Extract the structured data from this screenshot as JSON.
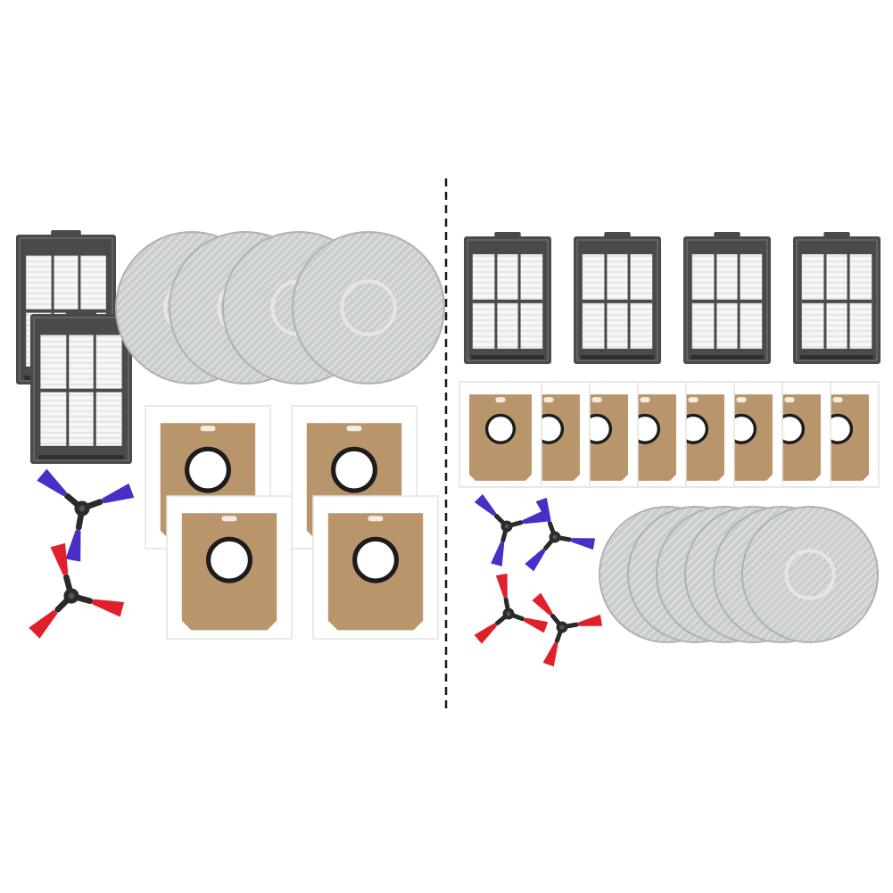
{
  "scene": {
    "background": "#ffffff",
    "divider_color": "#1a1a1a",
    "colors": {
      "filter_frame": "#4a4a4c",
      "filter_media": "#f4f4f4",
      "pleat_line": "#d2d2d2",
      "mop_pad": "#c9cdcb",
      "mop_edge": "#aeb3b1",
      "bag_paper": "#ffffff",
      "bag_card": "#b9956b",
      "bag_ring": "#1c1c1c",
      "brush_hub": "#2a2a2a",
      "bristle_blue": "#4a2fc6",
      "bristle_red": "#e0202c"
    }
  },
  "left_set": {
    "hepa_filters": 2,
    "mop_pads": 4,
    "dust_bags": 4,
    "side_brushes": {
      "blue": 1,
      "red": 1
    }
  },
  "right_set": {
    "hepa_filters": 4,
    "mop_pads": 6,
    "dust_bags": 8,
    "side_brushes": {
      "blue": 2,
      "red": 2
    }
  }
}
